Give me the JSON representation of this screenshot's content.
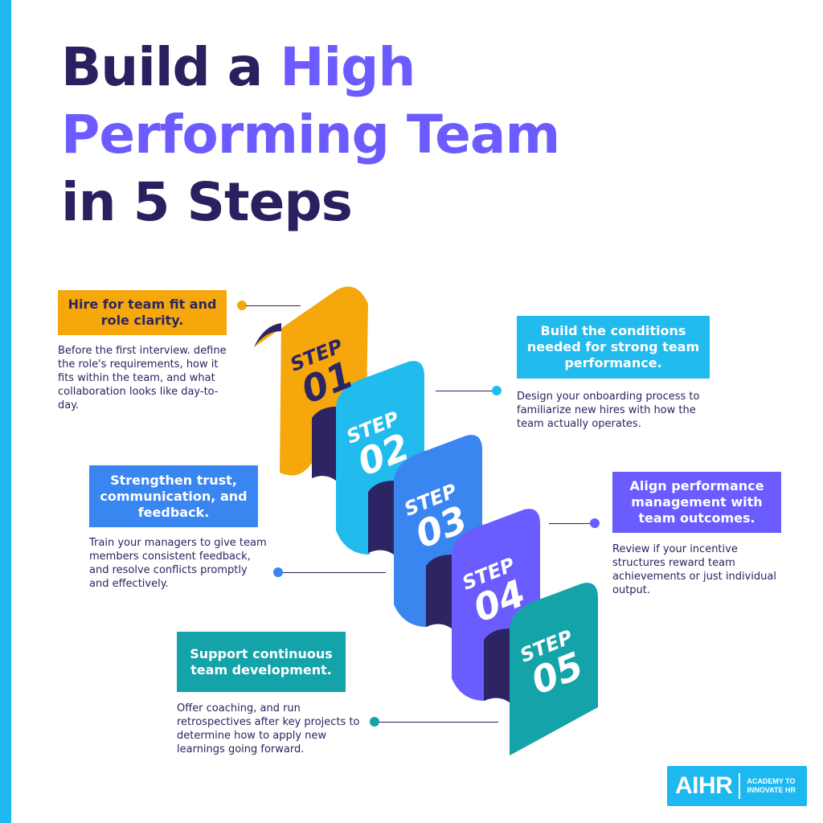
{
  "title": {
    "line1_a": "Build a ",
    "line1_b": "High",
    "line2": "Performing Team",
    "line3": "in 5 Steps"
  },
  "steps": [
    {
      "step_word": "STEP",
      "number": "01",
      "color": "#f5a70b",
      "heading": "Hire for team fit and role clarity.",
      "description": "Before the first interview. define the role's requirements, how it fits within the team, and what collaboration looks like day-to-day."
    },
    {
      "step_word": "STEP",
      "number": "02",
      "color": "#22bbee",
      "heading": "Build the conditions needed for strong team performance.",
      "description": "Design your onboarding process to familiarize new hires with how the team actually operates."
    },
    {
      "step_word": "STEP",
      "number": "03",
      "color": "#3a86f0",
      "heading": "Strengthen trust, communication, and feedback.",
      "description": "Train your managers to give team members consistent feedback, and resolve conflicts promptly and effectively."
    },
    {
      "step_word": "STEP",
      "number": "04",
      "color": "#6a5cff",
      "heading": "Align performance management with team outcomes.",
      "description": "Review if your incentive structures reward team achievements or just individual output."
    },
    {
      "step_word": "STEP",
      "number": "05",
      "color": "#13a3a9",
      "heading": "Support continuous team development.",
      "description": "Offer coaching, and run retrospectives after key projects to determine how to apply new learnings going forward."
    }
  ],
  "logo": {
    "main": "AIHR",
    "sub_line1": "ACADEMY TO",
    "sub_line2": "INNOVATE HR"
  },
  "colors": {
    "dark": "#2a1f5f",
    "accent": "#6c5cff",
    "brand": "#1db8f0",
    "shadow": "#2d2563"
  }
}
